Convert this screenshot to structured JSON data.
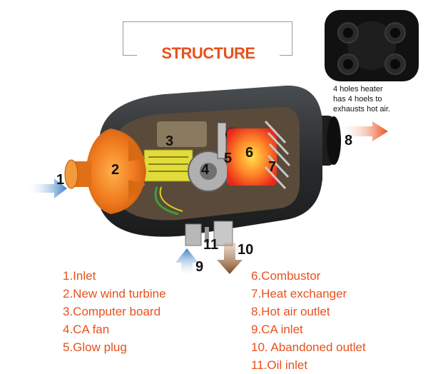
{
  "title": "STRUCTURE",
  "note": {
    "lines": [
      "4 holes heater",
      "has 4 hoels to",
      "exhausts hot air."
    ]
  },
  "callouts": [
    "1",
    "2",
    "3",
    "4",
    "5",
    "6",
    "7",
    "8",
    "9",
    "10",
    "11"
  ],
  "legend": {
    "left": [
      "1.Inlet",
      "2.New wind turbine",
      "3.Computer board",
      "4.CA fan",
      "5.Glow plug"
    ],
    "right": [
      "6.Combustor",
      "7.Heat exchanger",
      "8.Hot air outlet",
      "9.CA inlet",
      "10. Abandoned outlet",
      "11.Oil inlet"
    ]
  },
  "colors": {
    "accent": "#e8501c",
    "body": "#2d2f31",
    "fan": "#f07a1e",
    "board": "#e2dc3a",
    "combustor": "#f5381a",
    "arrow_in": "#3b7fc4",
    "arrow_out": "#e8501c",
    "arrow_waste": "#7a4a22"
  }
}
